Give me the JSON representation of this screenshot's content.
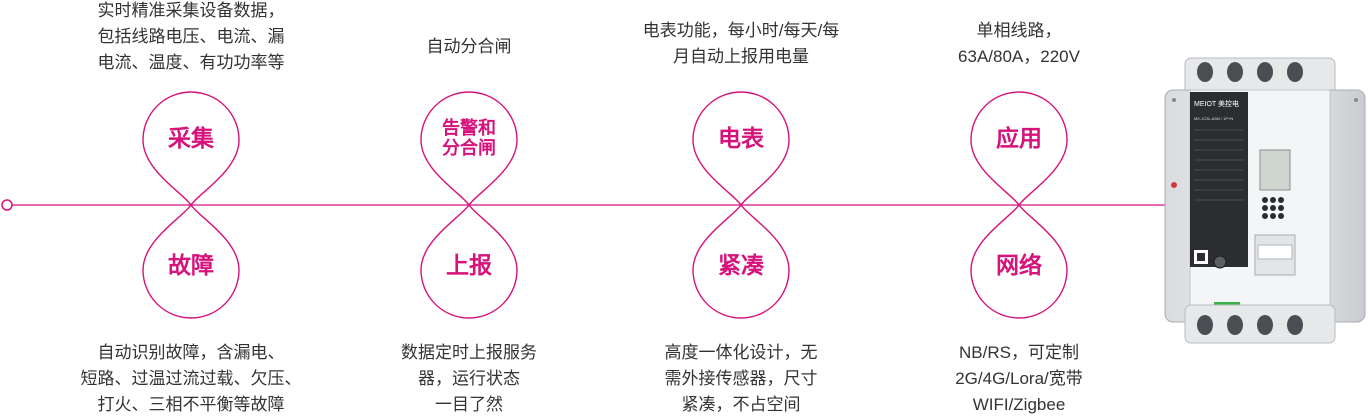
{
  "colors": {
    "accent": "#d6127b",
    "text": "#333333",
    "line": "#d6127b"
  },
  "features": [
    {
      "top": "采集",
      "bottom": "故障",
      "top_desc": "实时精准采集设备数据，\n包括线路电压、电流、漏\n电流、温度、有功功率等",
      "bottom_desc": "自动识别故障，含漏电、\n短路、过温过流过载、欠压、\n打火、三相不平衡等故障"
    },
    {
      "top": "告警和\n分合闸",
      "bottom": "上报",
      "top_desc": "自动分合闸",
      "bottom_desc": "数据定时上报服务\n器，运行状态\n一目了然"
    },
    {
      "top": "电表",
      "bottom": "紧凑",
      "top_desc": "电表功能，每小时/每天/每\n月自动上报用电量",
      "bottom_desc": "高度一体化设计，无\n需外接传感器，尺寸\n紧凑，不占空间"
    },
    {
      "top": "应用",
      "bottom": "网络",
      "top_desc": "单相线路，\n63A/80A，220V",
      "bottom_desc": "NB/RS，可定制\n2G/4G/Lora/宽带\nWIFI/Zigbee"
    }
  ],
  "device": {
    "brand": "MEIOT",
    "brand_cn": "美控电",
    "model": "MK-JC3L-63M / 1P+N",
    "icon": "smart-circuit-breaker"
  }
}
